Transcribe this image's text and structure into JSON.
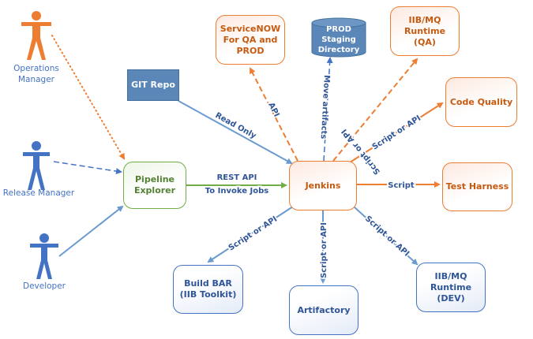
{
  "diagram": {
    "actors": [
      {
        "id": "ops",
        "label": "Operations\nManager",
        "color": "#ED7D31"
      },
      {
        "id": "release",
        "label": "Release Manager",
        "color": "#4472C4"
      },
      {
        "id": "dev",
        "label": "Developer",
        "color": "#4472C4"
      }
    ],
    "nodes": {
      "git": {
        "label": "GIT Repo"
      },
      "servicenow": {
        "label": "ServiceNOW\nFor QA and\nPROD"
      },
      "prod_staging": {
        "label": "PROD\nStaging\nDirectory"
      },
      "iib_qa": {
        "label": "IIB/MQ\nRuntime\n(QA)"
      },
      "code_quality": {
        "label": "Code Quality"
      },
      "pipeline": {
        "label": "Pipeline\nExplorer"
      },
      "jenkins": {
        "label": "Jenkins"
      },
      "test_harness": {
        "label": "Test Harness"
      },
      "build_bar": {
        "label": "Build BAR\n(IIB Toolkit)"
      },
      "artifactory": {
        "label": "Artifactory"
      },
      "iib_dev": {
        "label": "IIB/MQ\nRuntime\n(DEV)"
      }
    },
    "edges": {
      "git_jenkins": "Read Only",
      "jenkins_servicenow": "API",
      "jenkins_staging": "Move artifacts",
      "jenkins_iibqa": "Script or API",
      "jenkins_codequality": "Script or API",
      "pipeline_jenkins_line1": "REST API",
      "pipeline_jenkins_line2": "To Invoke Jobs",
      "jenkins_testharness": "Script",
      "jenkins_buildbar": "Script or API",
      "jenkins_artifactory": "Script or API",
      "jenkins_iibdev": "Script or API"
    },
    "colors": {
      "orange": "#ED7D31",
      "blue": "#4472C4",
      "light_blue": "#6A9AD0",
      "green": "#70AD47",
      "dark_blue_text": "#2F5597"
    }
  }
}
